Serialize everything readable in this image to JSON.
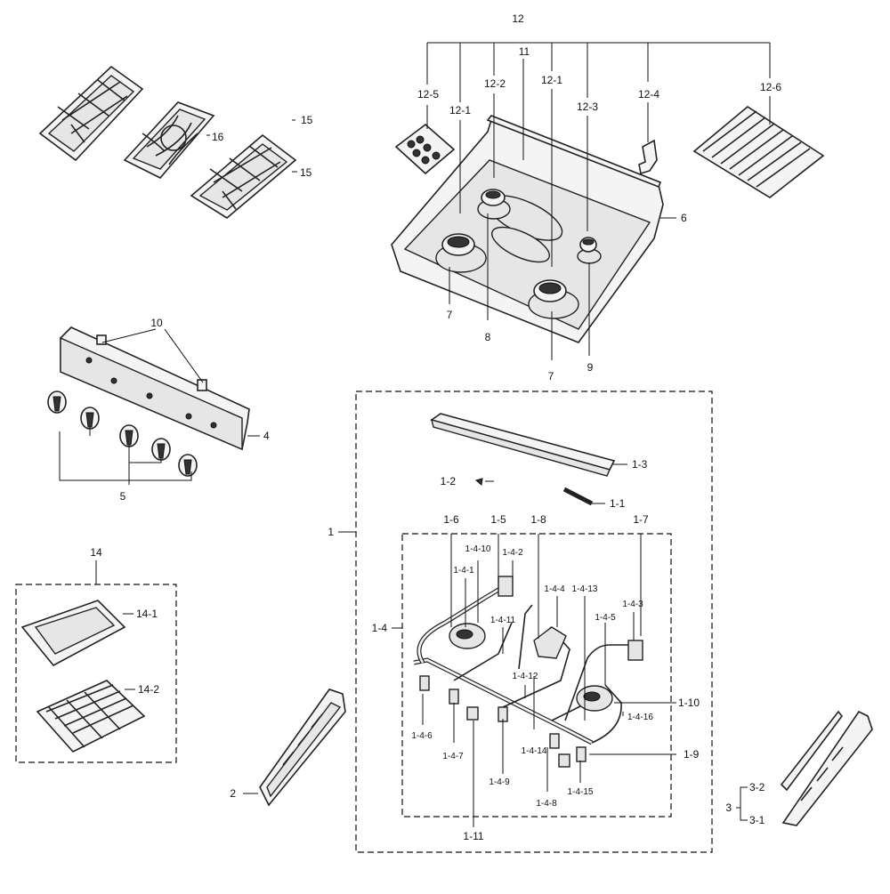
{
  "labels": {
    "n1": "1",
    "n1_1": "1-1",
    "n1_2": "1-2",
    "n1_3": "1-3",
    "n1_4": "1-4",
    "n1_4_1": "1-4-1",
    "n1_4_2": "1-4-2",
    "n1_4_3": "1-4-3",
    "n1_4_4": "1-4-4",
    "n1_4_5": "1-4-5",
    "n1_4_6": "1-4-6",
    "n1_4_7": "1-4-7",
    "n1_4_8": "1-4-8",
    "n1_4_9": "1-4-9",
    "n1_4_10": "1-4-10",
    "n1_4_11": "1-4-11",
    "n1_4_12": "1-4-12",
    "n1_4_13": "1-4-13",
    "n1_4_14": "1-4-14",
    "n1_4_15": "1-4-15",
    "n1_4_16": "1-4-16",
    "n1_5": "1-5",
    "n1_6": "1-6",
    "n1_7": "1-7",
    "n1_8": "1-8",
    "n1_9": "1-9",
    "n1_10": "1-10",
    "n1_11": "1-11",
    "n2": "2",
    "n3": "3",
    "n3_1": "3-1",
    "n3_2": "3-2",
    "n4": "4",
    "n5": "5",
    "n6": "6",
    "n7a": "7",
    "n7b": "7",
    "n8": "8",
    "n9": "9",
    "n10": "10",
    "n11": "11",
    "n12": "12",
    "n12_1a": "12-1",
    "n12_1b": "12-1",
    "n12_2": "12-2",
    "n12_3": "12-3",
    "n12_4": "12-4",
    "n12_5": "12-5",
    "n12_6": "12-6",
    "n14": "14",
    "n14_1": "14-1",
    "n14_2": "14-2",
    "n15a": "15",
    "n15b": "15",
    "n16": "16"
  }
}
